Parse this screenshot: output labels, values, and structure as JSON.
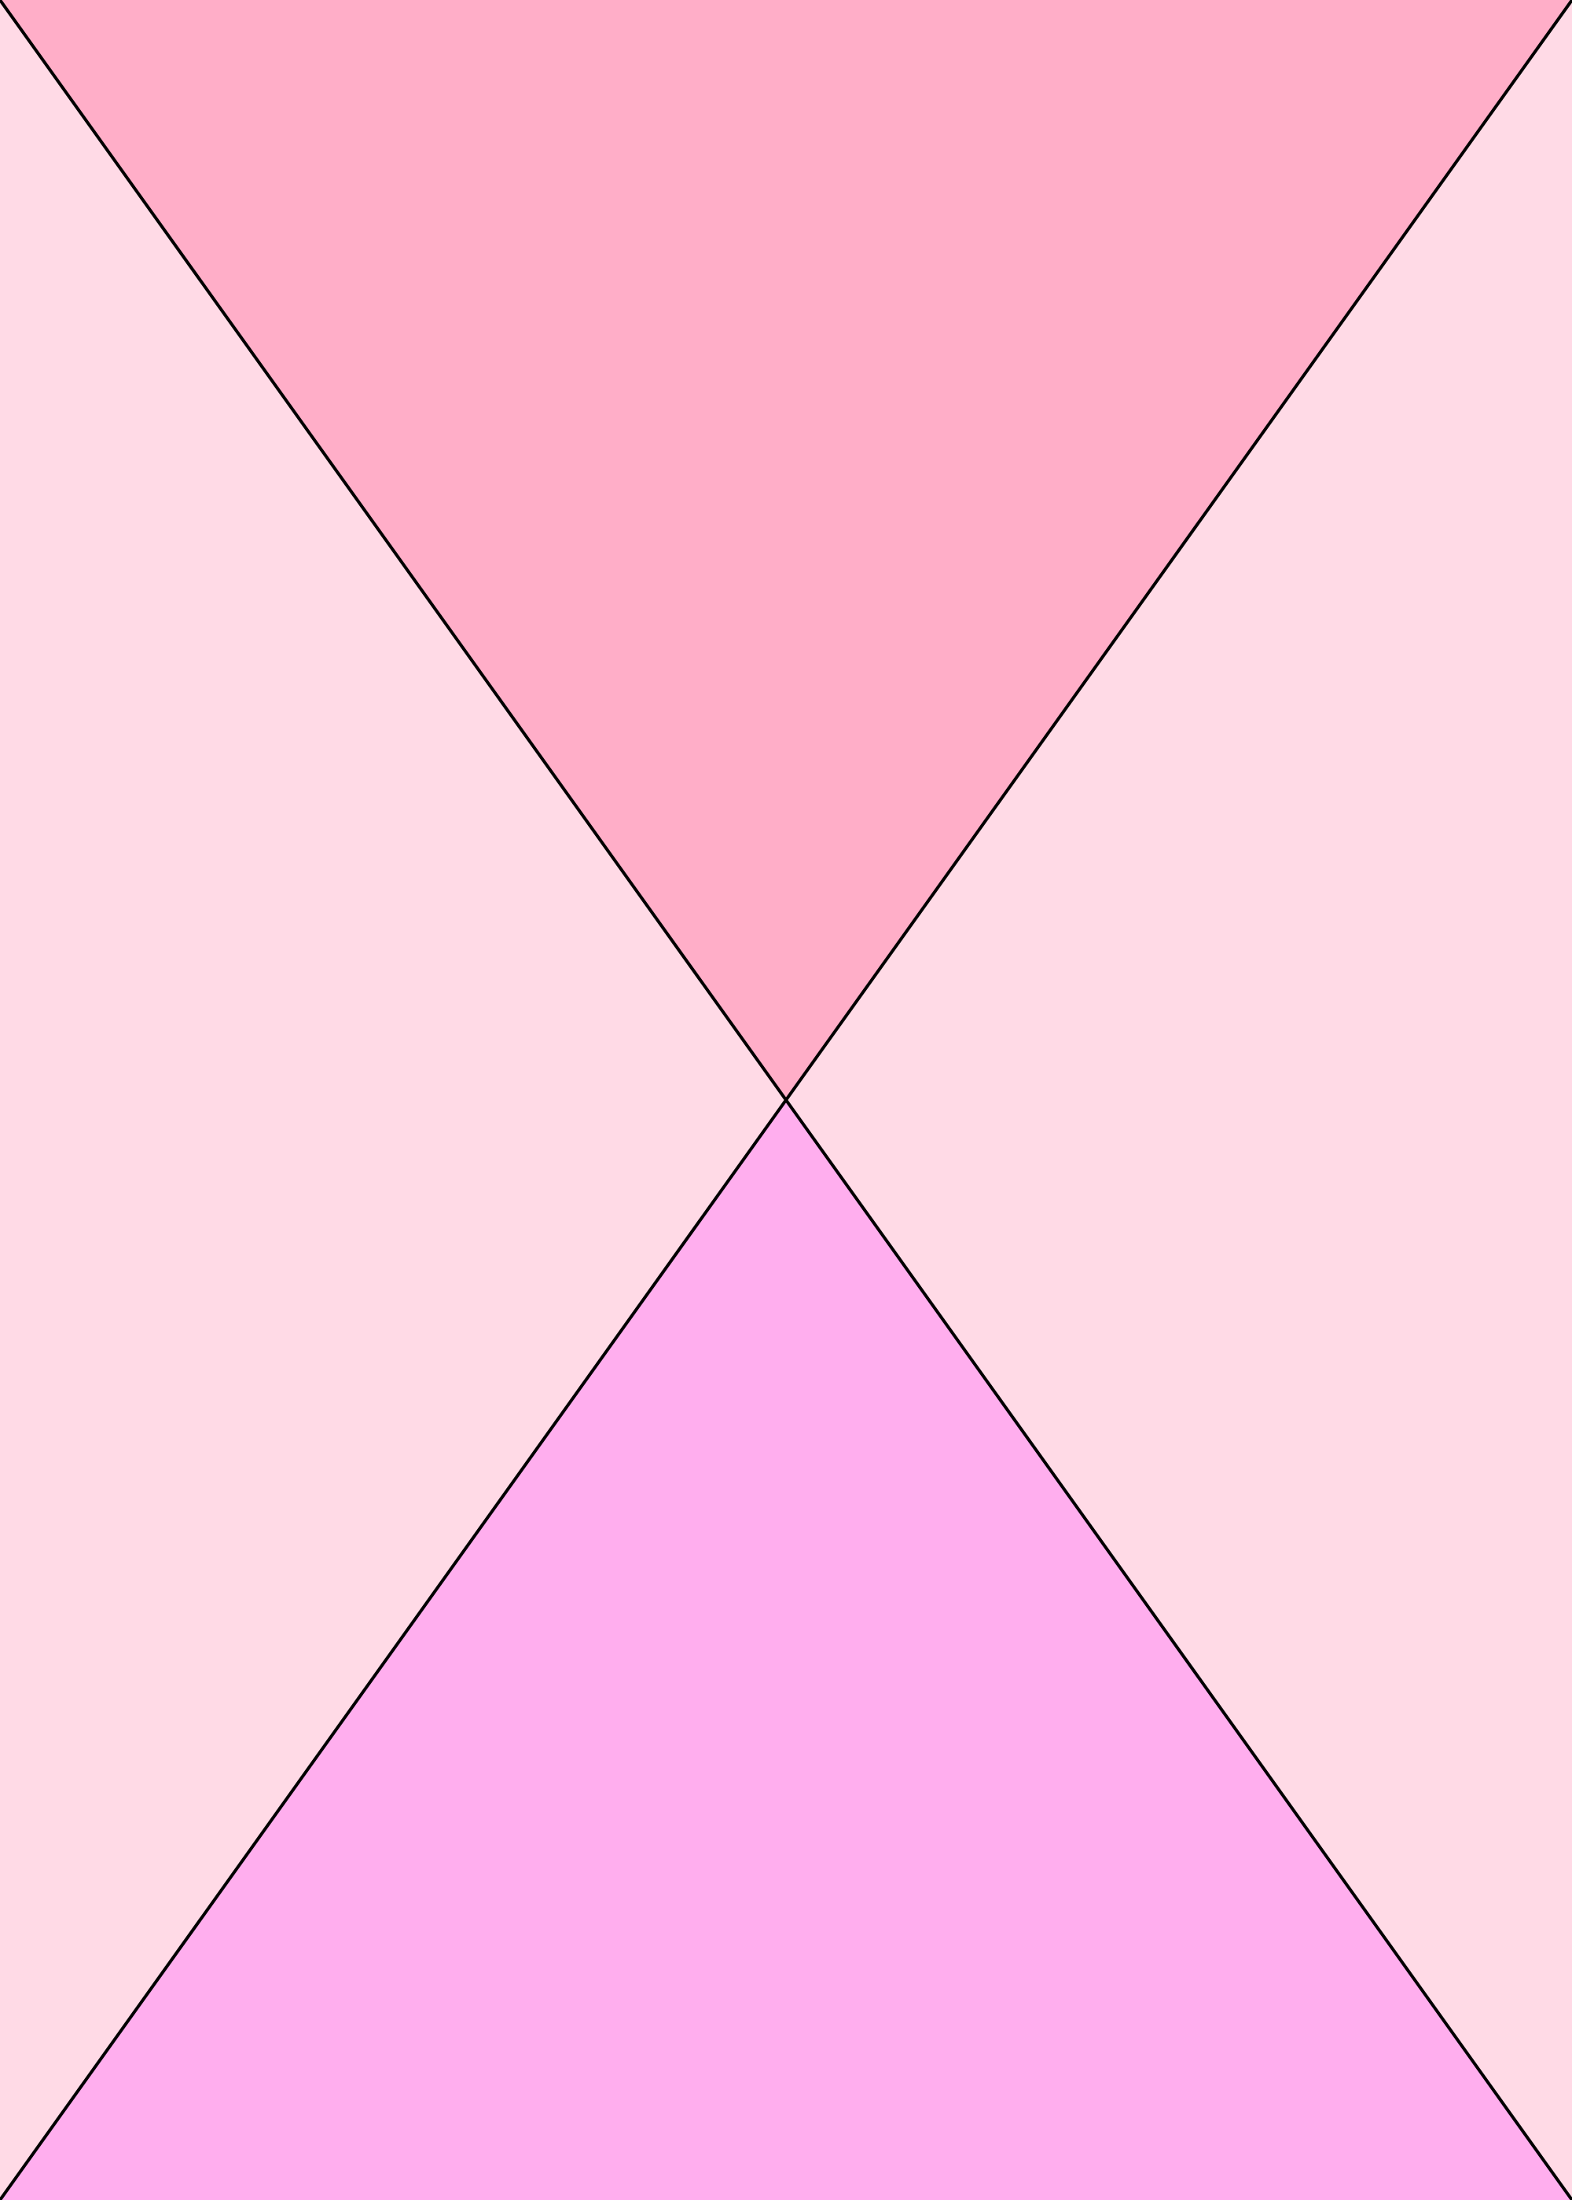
{
  "colors": {
    "background": "#ffdae6",
    "top_triangle": "#ffaec8",
    "bottom_triangle": "#ffaeee",
    "side_triangles": "#ffdae6",
    "lines": "#000000"
  },
  "shapes": {
    "top_triangle": "triangle-down",
    "bottom_triangle": "triangle-up",
    "left_triangle": "triangle-right",
    "right_triangle": "triangle-left",
    "diagonals": "x-cross"
  }
}
